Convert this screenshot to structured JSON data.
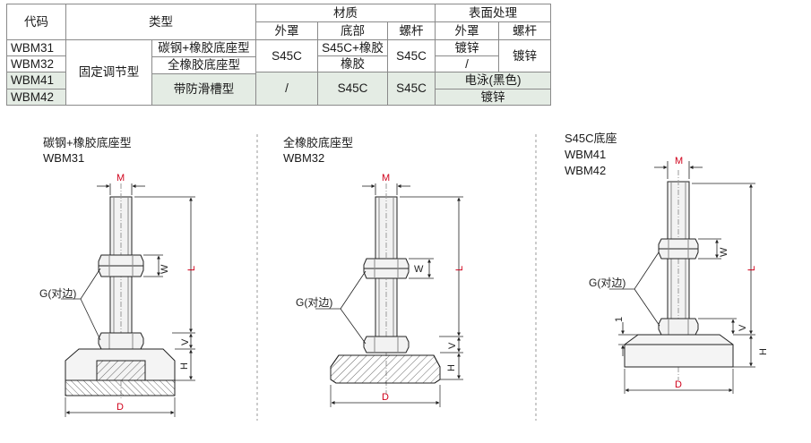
{
  "table": {
    "headers": {
      "code": "代码",
      "type": "类型",
      "material": "材质",
      "material_cover": "外罩",
      "material_base": "底部",
      "material_bolt": "螺杆",
      "surface": "表面处理",
      "surface_cover": "外罩",
      "surface_bolt": "螺杆"
    },
    "codes": [
      "WBM31",
      "WBM32",
      "WBM41",
      "WBM42"
    ],
    "fixed_type": "固定调节型",
    "sub_types": [
      "碳钢+橡胶底座型",
      "全橡胶底座型",
      "带防滑槽型"
    ],
    "cover_material_1": "S45C",
    "base_material_wbm31": "S45C+橡胶",
    "base_material_wbm32": "橡胶",
    "bolt_material_1": "S45C",
    "surface_cover_wbm31": "镀锌",
    "surface_cover_wbm32": "/",
    "surface_bolt_1": "镀锌",
    "cover_material_2": "/",
    "base_material_2": "S45C",
    "bolt_material_2": "S45C",
    "surface_wbm41": "电泳(黑色)",
    "surface_wbm42": "镀锌"
  },
  "drawings": [
    {
      "caption_1": "碳钢+橡胶底座型",
      "caption_2": "WBM31"
    },
    {
      "caption_1": "全橡胶底座型",
      "caption_2": "WBM32"
    },
    {
      "caption_1": "S45C底座",
      "caption_2": "WBM41",
      "caption_3": "WBM42"
    }
  ],
  "dims": {
    "M": "M",
    "W": "W",
    "L": "L",
    "G": "G(对边)",
    "V": "V",
    "H": "H",
    "D": "D",
    "one": "1"
  },
  "colors": {
    "dim_label": "#d0021b",
    "table_green": "#e4ece4"
  }
}
